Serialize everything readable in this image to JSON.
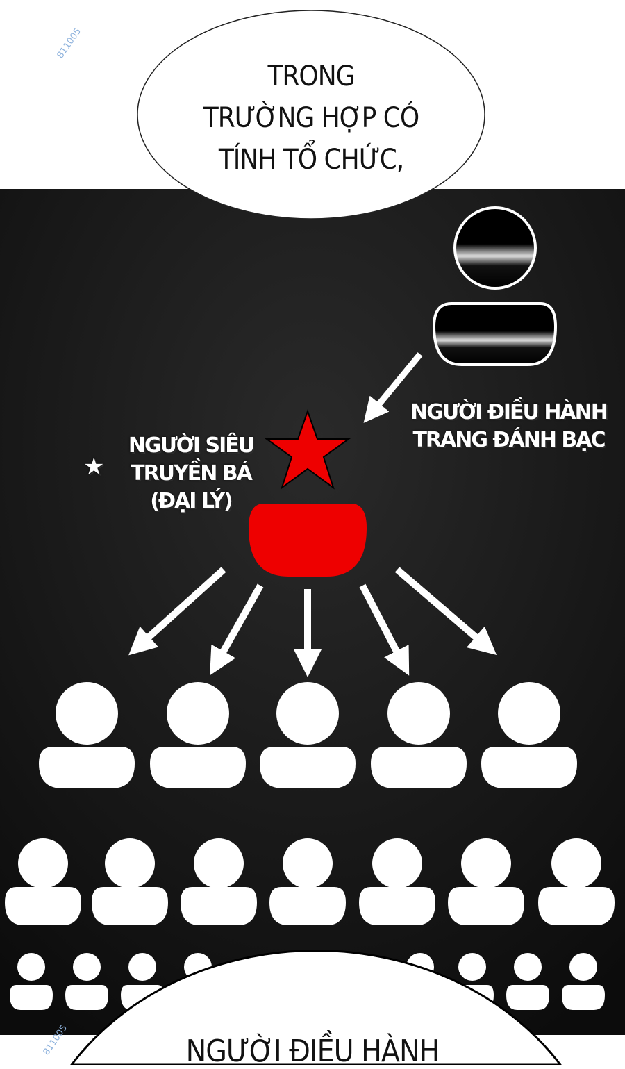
{
  "watermark": "811005",
  "top_bubble": {
    "lines": [
      "TRONG",
      "TRƯỜNG HỢP CÓ",
      "TÍNH TỔ CHỨC,"
    ]
  },
  "diagram": {
    "operator_label": [
      "NGƯỜI ĐIỀU HÀNH",
      "TRANG ĐÁNH BẠC"
    ],
    "agent_label": [
      "NGƯỜI SIÊU",
      "TRUYỀN BÁ",
      "(ĐẠI LÝ)"
    ],
    "agent_marker": "★",
    "colors": {
      "panel": "#151515",
      "agent": "#ee0000",
      "people": "#ffffff"
    }
  },
  "bottom_bubble": {
    "text": "NGƯỜI ĐIỀU HÀNH"
  }
}
